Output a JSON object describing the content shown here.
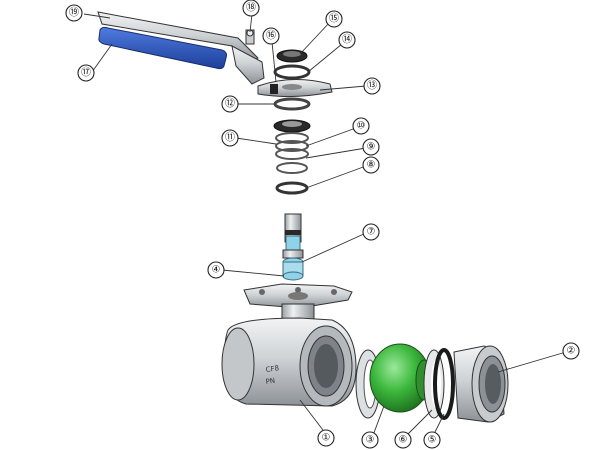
{
  "callouts": [
    {
      "id": "1",
      "label": "①"
    },
    {
      "id": "2",
      "label": "②"
    },
    {
      "id": "3",
      "label": "③"
    },
    {
      "id": "4",
      "label": "④"
    },
    {
      "id": "5",
      "label": "⑤"
    },
    {
      "id": "6",
      "label": "⑥"
    },
    {
      "id": "7",
      "label": "⑦"
    },
    {
      "id": "8",
      "label": "⑧"
    },
    {
      "id": "9",
      "label": "⑨"
    },
    {
      "id": "10",
      "label": "⑩"
    },
    {
      "id": "11",
      "label": "⑪"
    },
    {
      "id": "12",
      "label": "⑫"
    },
    {
      "id": "13",
      "label": "⑬"
    },
    {
      "id": "14",
      "label": "⑭"
    },
    {
      "id": "15",
      "label": "⑮"
    },
    {
      "id": "16",
      "label": "⑯"
    },
    {
      "id": "17",
      "label": "⑰"
    },
    {
      "id": "18",
      "label": "⑱"
    },
    {
      "id": "19",
      "label": "⑲"
    }
  ],
  "body_marking": [
    "CF8",
    "PN"
  ],
  "colors": {
    "handle_grip": "#2a55c8",
    "ball": "#3cb83c",
    "seat_blue": "#8fd3e8",
    "steel": "#cfd3d6",
    "steel_dark": "#8d9297",
    "gasket": "#1b1b1b"
  }
}
